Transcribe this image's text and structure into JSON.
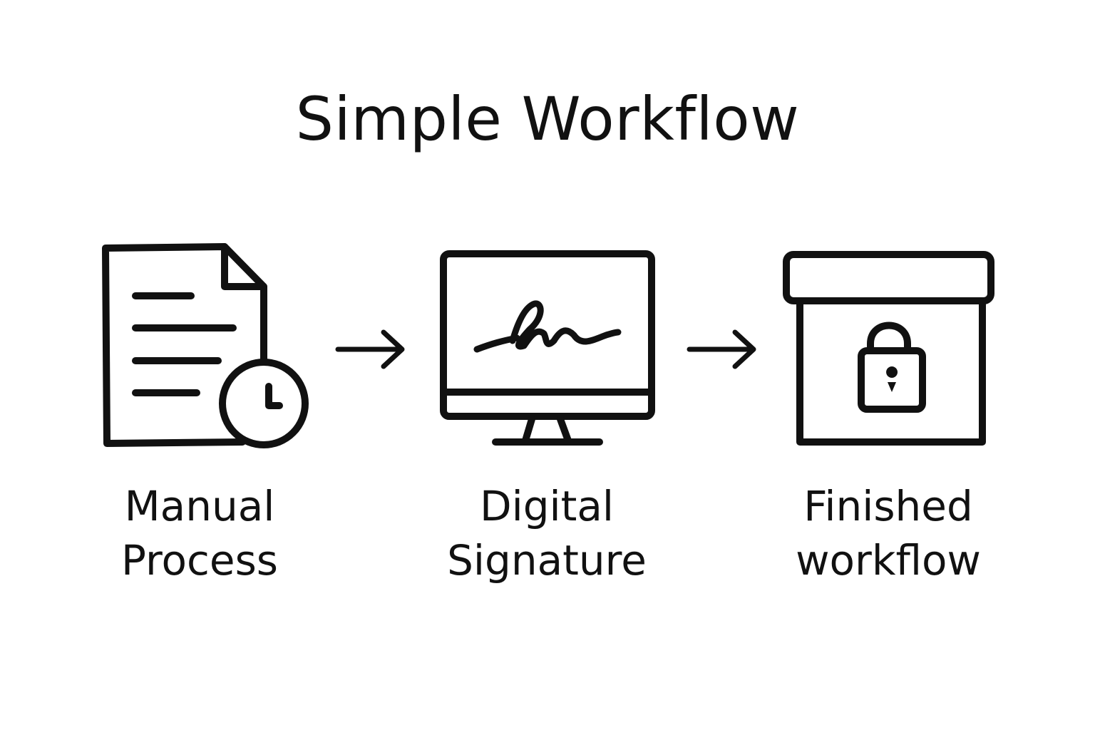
{
  "title": "Simple Workflow",
  "steps": [
    {
      "icon": "document-clock-icon",
      "line1": "Manual",
      "line2": "Process"
    },
    {
      "icon": "monitor-signature-icon",
      "line1": "Digital",
      "line2": "Signature"
    },
    {
      "icon": "locked-box-icon",
      "line1": "Finished",
      "line2": "workflow"
    }
  ],
  "arrows": [
    "arrow-right-icon",
    "arrow-right-icon"
  ],
  "colors": {
    "stroke": "#111111",
    "background": "#ffffff"
  }
}
